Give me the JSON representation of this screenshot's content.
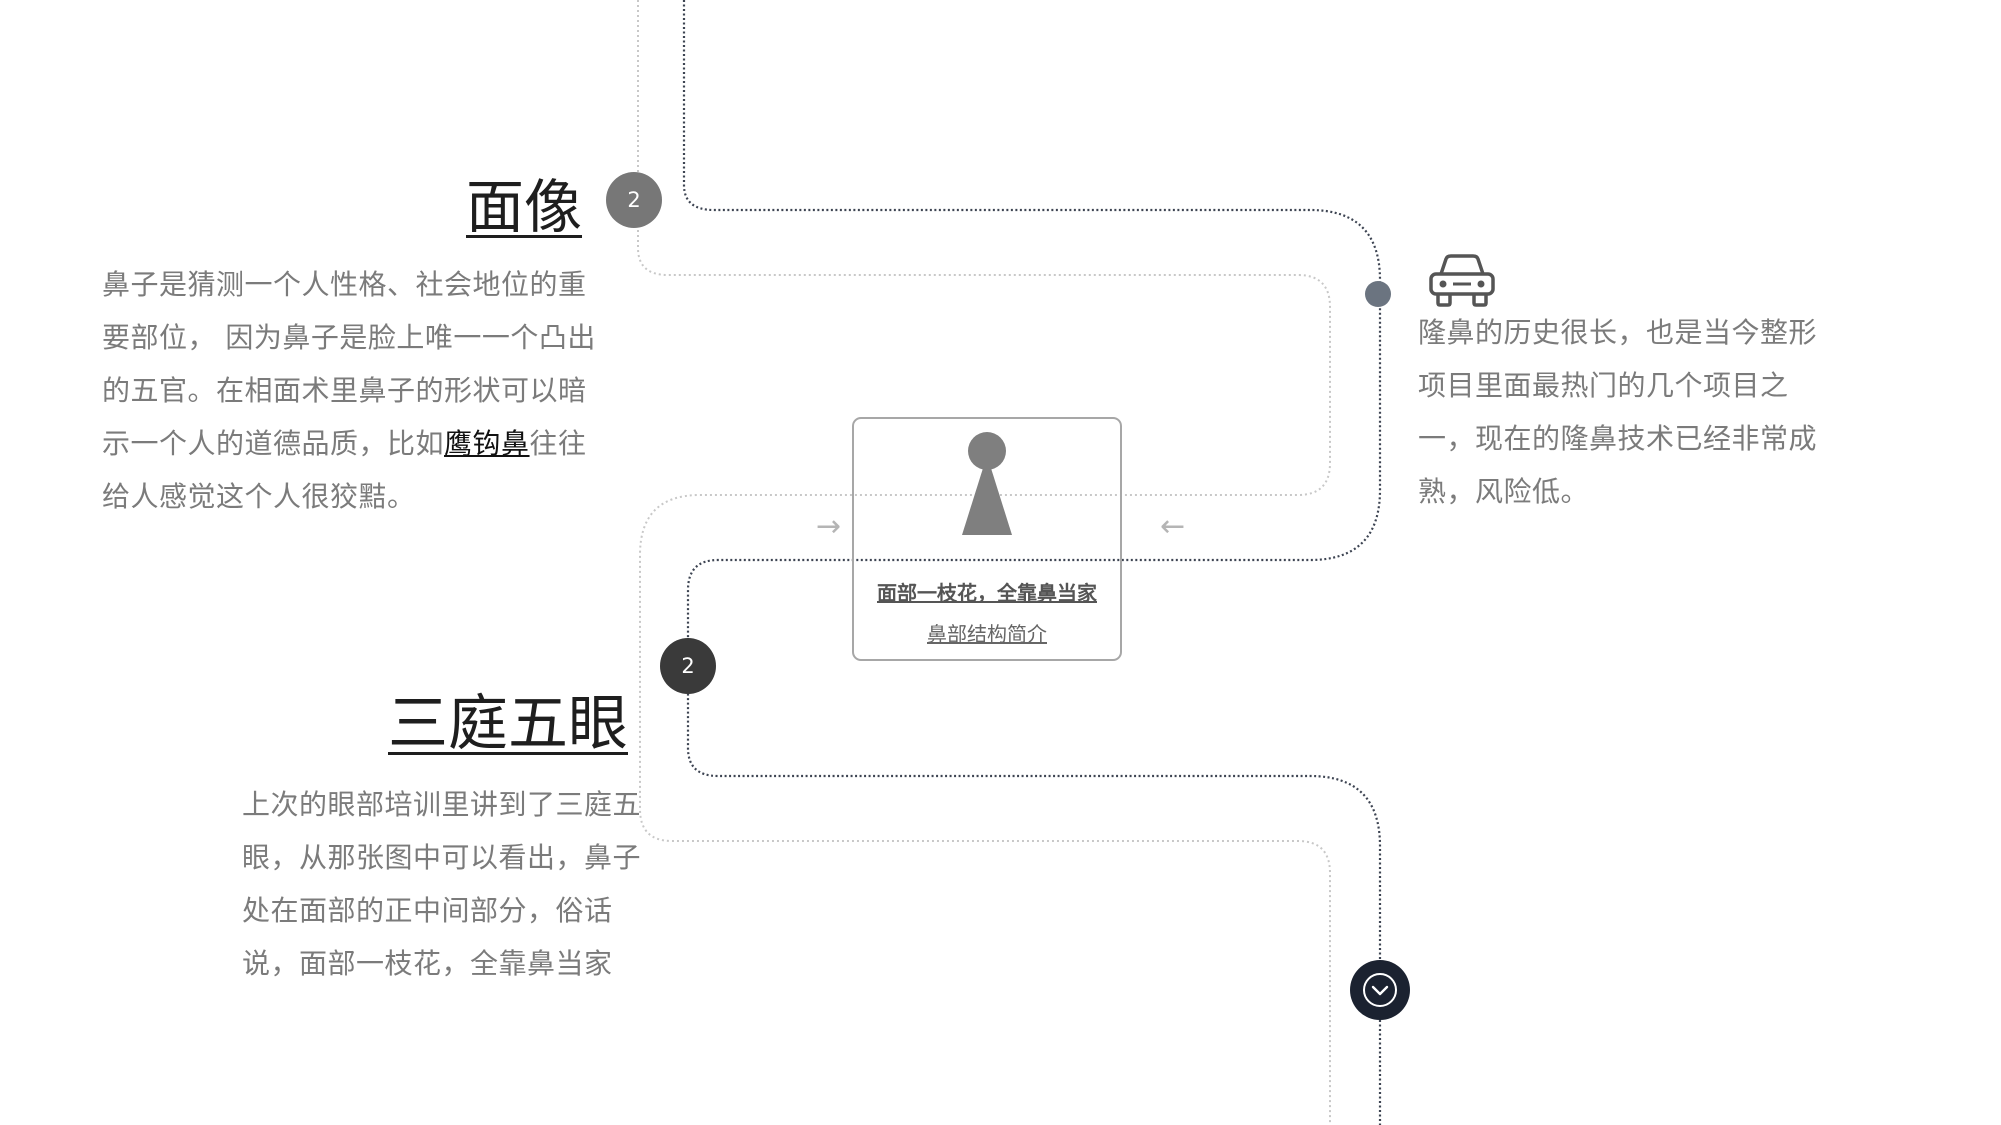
{
  "section_face": {
    "title": "面像",
    "badge": "2",
    "text_before": "鼻子是猜测一个人性格、社会地位的重要部位， 因为鼻子是脸上唯一一个凸出的五官。在相面术里鼻子的形状可以暗示一个人的道德品质，比如",
    "link": "鹰钩鼻",
    "text_after": "往往给人感觉这个人很狡黠。"
  },
  "section_three": {
    "title": "三庭五眼",
    "badge": "2",
    "text": "上次的眼部培训里讲到了三庭五眼，从那张图中可以看出，鼻子处在面部的正中间部分，俗话说，面部一枝花，全靠鼻当家"
  },
  "section_rhino": {
    "icon": "car-icon",
    "text": "隆鼻的历史很长，也是当今整形项目里面最热门的几个项目之一，现在的隆鼻技术已经非常成熟，风险低。"
  },
  "center_card": {
    "icon": "pawn-icon",
    "title": "面部一枝花，全靠鼻当家",
    "subtitle": "鼻部结构简介"
  },
  "arrows": {
    "right": "→",
    "left": "←"
  },
  "scroll_button": {
    "icon": "chevron-down-icon"
  },
  "colors": {
    "dark_path": "#3d4452",
    "light_path": "#c8c8c8",
    "dot": "#6b7480",
    "scroll_button": "#1b2230"
  }
}
